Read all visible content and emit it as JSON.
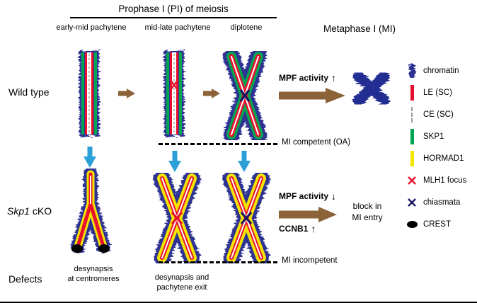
{
  "diagram": {
    "titles": {
      "prophase": "Prophase I (PI) of meiosis",
      "metaphase": "Metaphase I (MI)"
    },
    "stages": [
      {
        "label": "early-mid pachytene"
      },
      {
        "label": "mid-late pachytene"
      },
      {
        "label": "diplotene"
      }
    ],
    "rows": {
      "wild_type": "Wild type",
      "skp1_gene": "Skp1",
      "skp1_suffix": "cKO",
      "defects": "Defects"
    },
    "annotations": {
      "mpf_activity": "MPF activity",
      "up_arrow": "↑",
      "down_arrow": "↓",
      "mi_competent": "MI competent (OA)",
      "ccnb1": "CCNB1",
      "block_line1": "block in",
      "block_line2": "MI entry",
      "mi_incompetent": "MI incompetent",
      "defect1_line1": "desynapsis",
      "defect1_line2": "at centromeres",
      "defect2_line1": "desynapsis and",
      "defect2_line2": "pachytene exit"
    },
    "legend": {
      "items": [
        {
          "label": "chromatin"
        },
        {
          "label": "LE (SC)"
        },
        {
          "label": "CE (SC)"
        },
        {
          "label": "SKP1"
        },
        {
          "label": "HORMAD1"
        },
        {
          "label": "MLH1 focus"
        },
        {
          "label": "chiasmata"
        },
        {
          "label": "CREST"
        }
      ]
    },
    "colors": {
      "chromatin_blue": "#2e3192",
      "le_red": "#e8112d",
      "ce_gray": "#999999",
      "skp1_green": "#00a651",
      "hormad1_yellow": "#f5e400",
      "mlh1_red": "#e8112d",
      "chiasmata_navy": "#1b1464",
      "crest_black": "#000000",
      "stage_arrow_brown": "#8c6239",
      "transition_arrow_blue": "#2b9fd8"
    }
  }
}
